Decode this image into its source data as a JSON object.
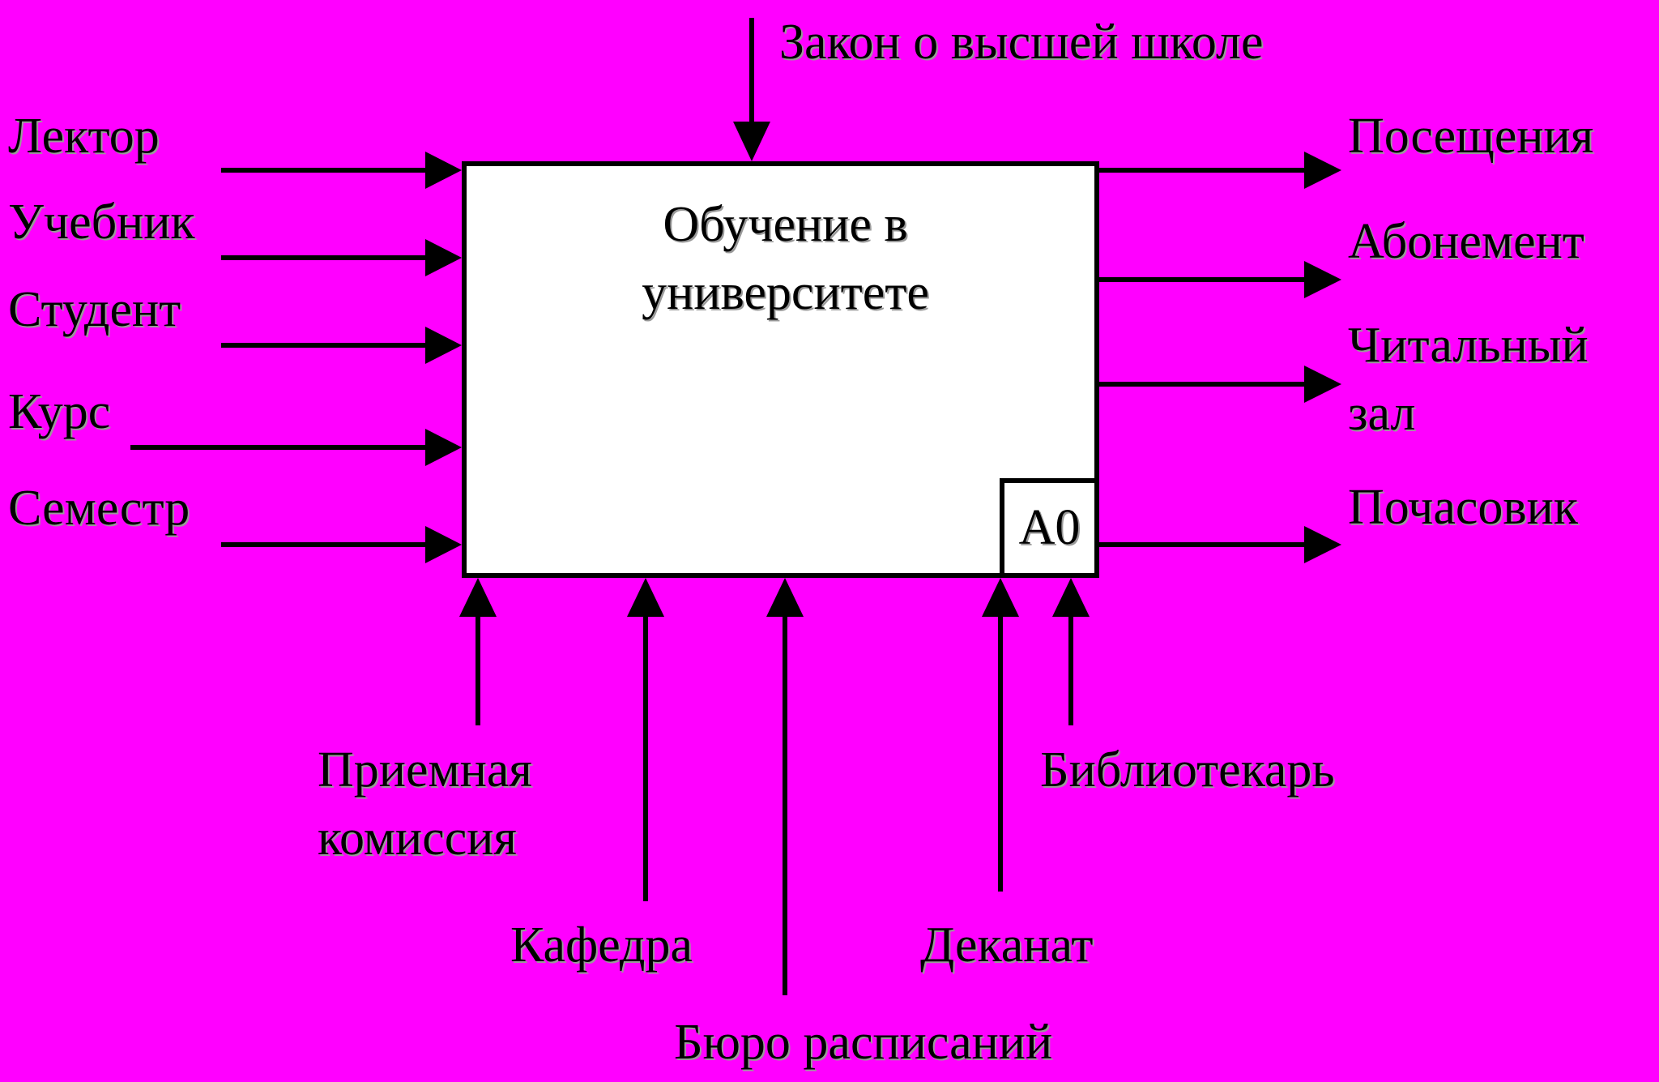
{
  "control": {
    "label": "Закон о высшей школе"
  },
  "inputs": [
    "Лектор",
    "Учебник",
    "Студент",
    "Курс",
    "Семестр"
  ],
  "outputs": [
    "Посещения",
    "Абонемент",
    "Читальный зал",
    "Почасовик"
  ],
  "mechanisms": [
    "Приемная комиссия",
    "Кафедра",
    "Бюро расписаний",
    "Деканат",
    "Библиотекарь"
  ],
  "function": {
    "title": "Обучение в университете",
    "node_id": "A0"
  },
  "colors": {
    "background": "#ff00ff",
    "box_fill": "#ffffff",
    "line": "#000000"
  }
}
